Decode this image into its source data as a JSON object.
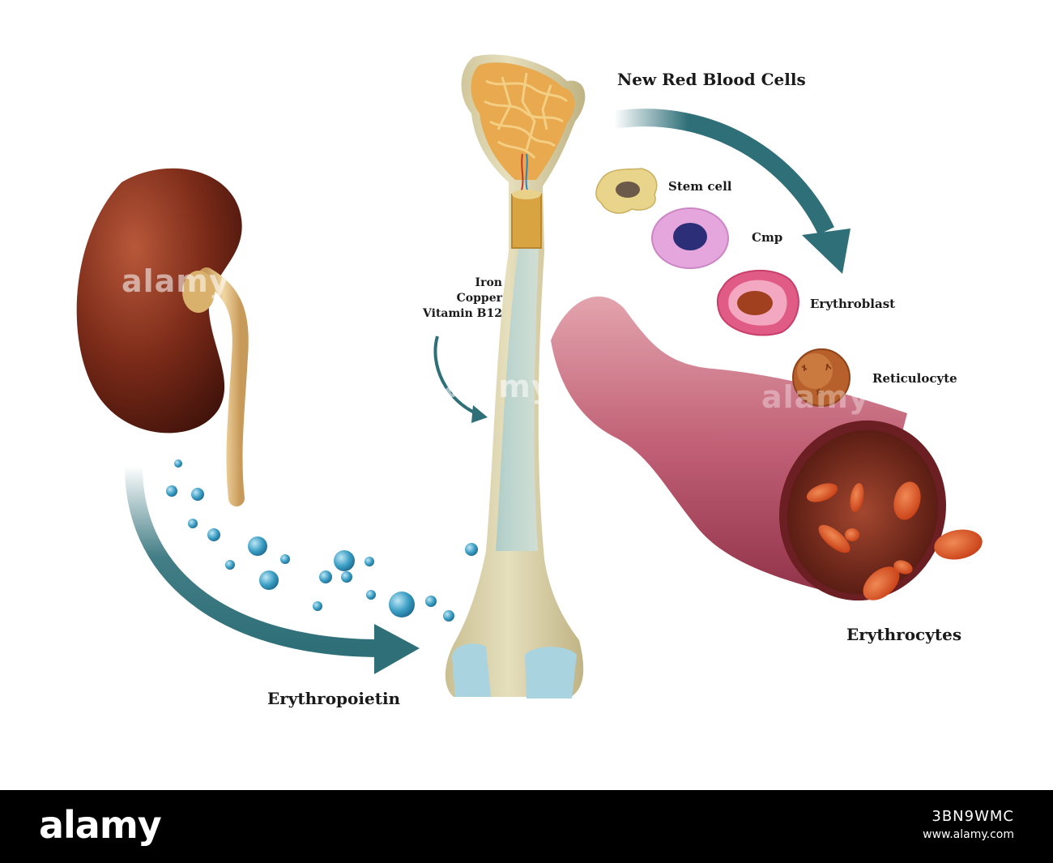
{
  "labels": {
    "new_red_blood_cells": "New Red Blood Cells",
    "stem_cell": "Stem cell",
    "cmp": "Cmp",
    "erythroblast": "Erythroblast",
    "reticulocyte": "Reticulocyte",
    "iron": "Iron",
    "copper": "Copper",
    "vitamin_b12": "Vitamin B12",
    "erythropoietin": "Erythropoietin",
    "erythrocytes": "Erythrocytes"
  },
  "watermark": "alamy",
  "footer": {
    "logo": "alamy",
    "image_id": "3BN9WMC",
    "url": "www.alamy.com"
  },
  "colors": {
    "arrow": "#2e6f78",
    "kidney": "#7a2a18",
    "bone": "#d8cfa6",
    "bone_cartilage": "#a9d4df",
    "vessel": "#b7546a",
    "erythrocyte": "#e2531f",
    "epo_molecule": "#3a9ec4"
  }
}
